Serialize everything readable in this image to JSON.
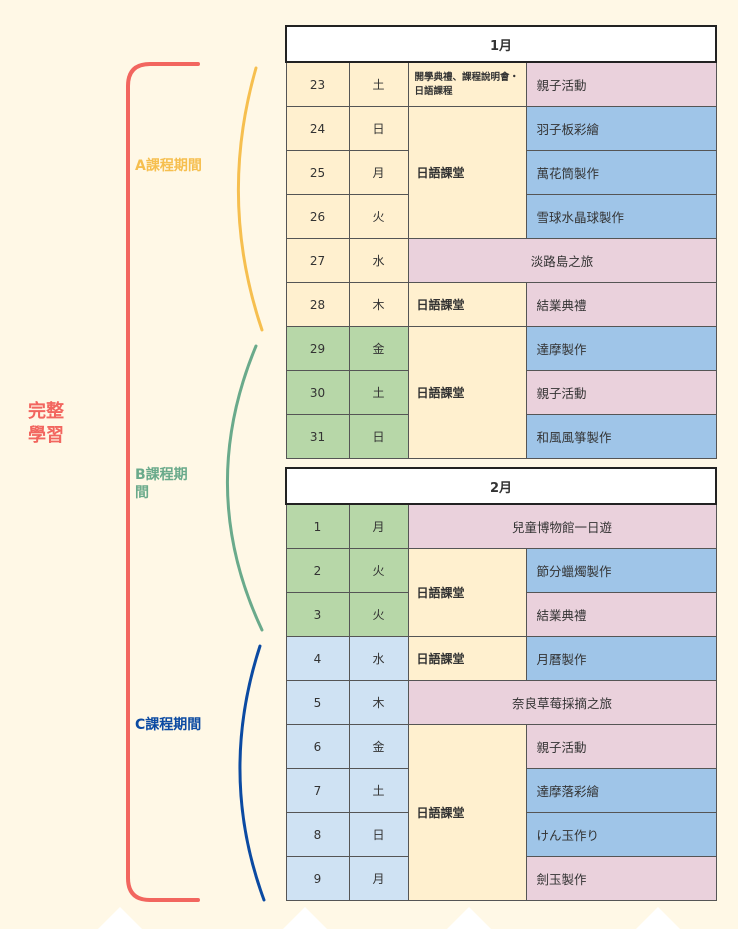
{
  "side_labels": {
    "full": [
      "完整",
      "學習"
    ],
    "a": "A課程期間",
    "b": [
      "B課程期",
      "間"
    ],
    "c": "C課程期間"
  },
  "colors": {
    "red": "#f2665f",
    "orange": "#f6bf4f",
    "green": "#6aaa8b",
    "navy": "#0b4aa2",
    "cream_cell": "#fff0cf",
    "green_cell": "#b7d7a8",
    "lightblue_cell": "#cfe2f3",
    "pink_cell": "#ead1dc",
    "blue_cell": "#9fc5e8"
  },
  "jan": {
    "header": "1月",
    "rows": [
      {
        "day": "23",
        "wd": "土",
        "class": "開學典禮、課程說明會・日語課程",
        "act": "親子活動"
      },
      {
        "day": "24",
        "wd": "日",
        "class": "日語課堂",
        "act": "羽子板彩繪"
      },
      {
        "day": "25",
        "wd": "月",
        "act": "萬花筒製作"
      },
      {
        "day": "26",
        "wd": "火",
        "act": "雪球水晶球製作"
      },
      {
        "day": "27",
        "wd": "水",
        "act": "淡路島之旅"
      },
      {
        "day": "28",
        "wd": "木",
        "class": "日語課堂",
        "act": "結業典禮"
      },
      {
        "day": "29",
        "wd": "金",
        "class": "日語課堂",
        "act": "達摩製作"
      },
      {
        "day": "30",
        "wd": "土",
        "act": "親子活動"
      },
      {
        "day": "31",
        "wd": "日",
        "act": "和風風箏製作"
      }
    ]
  },
  "feb": {
    "header": "2月",
    "rows": [
      {
        "day": "1",
        "wd": "月",
        "act": "兒童博物館一日遊"
      },
      {
        "day": "2",
        "wd": "火",
        "class": "日語課堂",
        "act": "節分蠟燭製作"
      },
      {
        "day": "3",
        "wd": "火",
        "act": "結業典禮"
      },
      {
        "day": "4",
        "wd": "水",
        "class": "日語課堂",
        "act": "月曆製作"
      },
      {
        "day": "5",
        "wd": "木",
        "act": "奈良草莓採摘之旅"
      },
      {
        "day": "6",
        "wd": "金",
        "class": "日語課堂",
        "act": "親子活動"
      },
      {
        "day": "7",
        "wd": "土",
        "act": "達摩落彩繪"
      },
      {
        "day": "8",
        "wd": "日",
        "act": "けん玉作り"
      },
      {
        "day": "9",
        "wd": "月",
        "act": "劍玉製作"
      }
    ]
  }
}
